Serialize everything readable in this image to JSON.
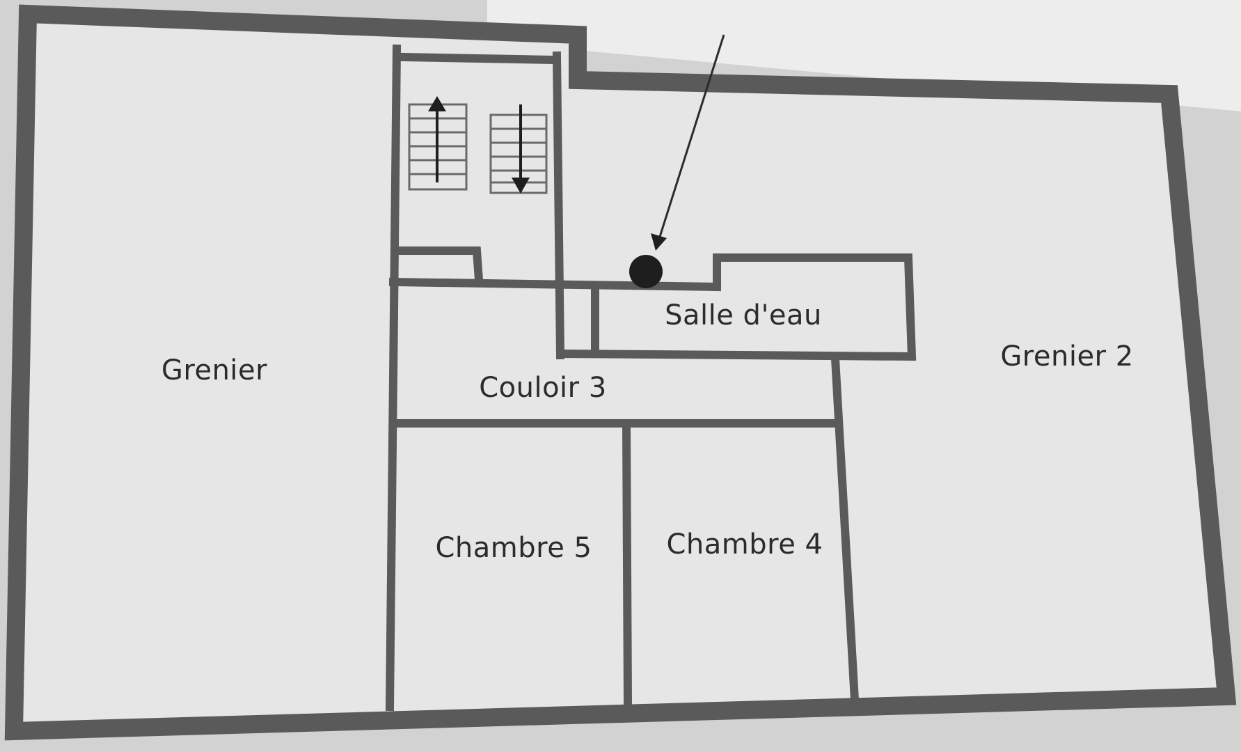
{
  "floor_plan": {
    "rooms": [
      {
        "id": "grenier",
        "label": "Grenier"
      },
      {
        "id": "grenier-2",
        "label": "Grenier 2"
      },
      {
        "id": "salle-d-eau",
        "label": "Salle d'eau"
      },
      {
        "id": "couloir-3",
        "label": "Couloir 3"
      },
      {
        "id": "chambre-5",
        "label": "Chambre 5"
      },
      {
        "id": "chambre-4",
        "label": "Chambre 4"
      }
    ],
    "features": {
      "staircase": "staircase-up-down",
      "marker": "black-dot-with-pointer-arrow"
    },
    "colors": {
      "wall": "#5a5a5a",
      "floor": "#e6e6e6",
      "background": "#cfcfcf",
      "text": "#2b2b2b",
      "marker": "#1e1e1e"
    }
  }
}
